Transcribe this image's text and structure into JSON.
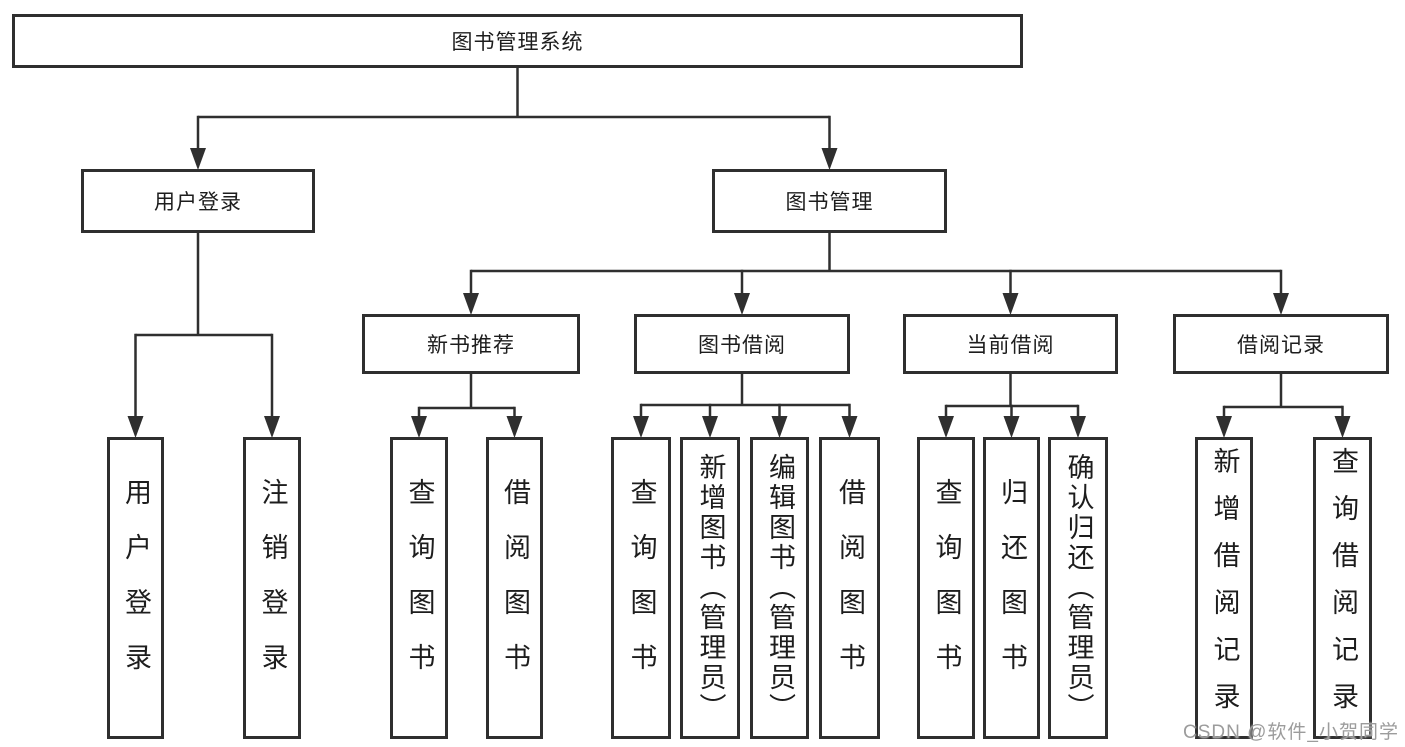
{
  "watermark": "CSDN @软件_小贺同学",
  "colors": {
    "line": "#2f2f2f",
    "text": "#1d1d1d",
    "watermark": "#9c9c9c",
    "background": "#ffffff"
  },
  "tree": {
    "label": "图书管理系统",
    "children": [
      {
        "label": "用户登录",
        "children": [
          {
            "label": "用户登录"
          },
          {
            "label": "注销登录"
          }
        ]
      },
      {
        "label": "图书管理",
        "children": [
          {
            "label": "新书推荐",
            "children": [
              {
                "label": "查询图书"
              },
              {
                "label": "借阅图书"
              }
            ]
          },
          {
            "label": "图书借阅",
            "children": [
              {
                "label": "查询图书"
              },
              {
                "label": "新增图书（管理员）"
              },
              {
                "label": "编辑图书（管理员）"
              },
              {
                "label": "借阅图书"
              }
            ]
          },
          {
            "label": "当前借阅",
            "children": [
              {
                "label": "查询图书"
              },
              {
                "label": "归还图书"
              },
              {
                "label": "确认归还（管理员）"
              }
            ]
          },
          {
            "label": "借阅记录",
            "children": [
              {
                "label": "新增借阅记录"
              },
              {
                "label": "查询借阅记录"
              }
            ]
          }
        ]
      }
    ]
  }
}
